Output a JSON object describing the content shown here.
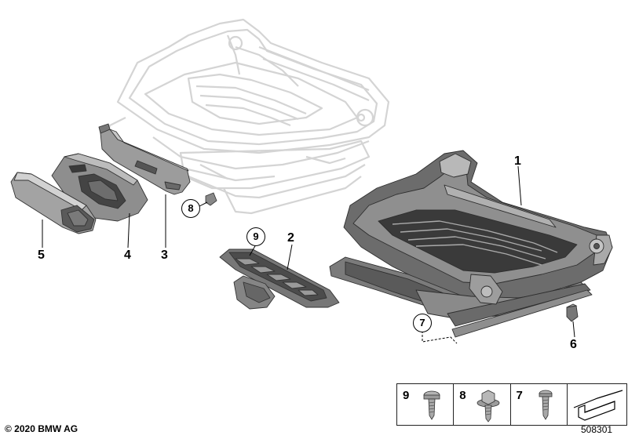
{
  "callouts": {
    "c1": "1",
    "c2": "2",
    "c3": "3",
    "c4": "4",
    "c5": "5",
    "c6": "6",
    "c7": "7",
    "c8": "8",
    "c9": "9"
  },
  "legend": [
    {
      "number": "9",
      "part": "screw-icon"
    },
    {
      "number": "8",
      "part": "hex-bolt-icon"
    },
    {
      "number": "7",
      "part": "screw-icon"
    },
    {
      "number": "",
      "part": "arrow-symbol-icon"
    }
  ],
  "footer": {
    "copyright": "© 2020 BMW AG",
    "drawing_id": "508301"
  },
  "colors": {
    "ghost_frame": "#d8d8d8",
    "part_fill": "#9a9a9a",
    "part_dark": "#4a4a4a",
    "part_light": "#c8c8c8",
    "line": "#000000"
  }
}
